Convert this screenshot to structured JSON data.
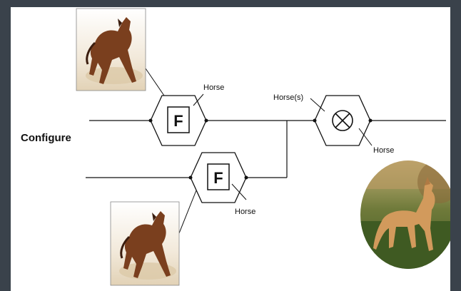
{
  "diagram": {
    "left_label": "Configure",
    "filter_symbol": "F",
    "upper_filter_output_label": "Horse",
    "lower_filter_output_label": "Horse",
    "combiner_input_label": "Horse(s)",
    "combiner_output_label": "Horse",
    "images": {
      "top_input": "running-brown-horse-photo",
      "bottom_input": "running-brown-horse-photo",
      "output": "foal-in-field-photo"
    },
    "colors": {
      "background": "#3a424b",
      "panel": "#ffffff",
      "line": "#111111",
      "horse": "#7a3f1e",
      "dust": "#e8dcc8",
      "grass": "#4f6b2c"
    }
  }
}
